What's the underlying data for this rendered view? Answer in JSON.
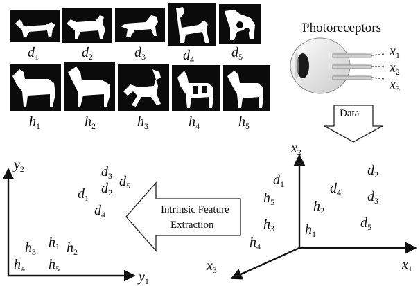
{
  "image_labels": {
    "dogs": [
      "d1",
      "d2",
      "d3",
      "d4",
      "d5"
    ],
    "horses": [
      "h1",
      "h2",
      "h3",
      "h4",
      "h5"
    ]
  },
  "photoreceptors": {
    "title": "Photoreceptors",
    "channels": [
      "x1",
      "x2",
      "x3"
    ]
  },
  "data_arrow_label": "Data",
  "extraction_arrow_label": [
    "Intrinsic Feature",
    "Extraction"
  ],
  "input_space": {
    "axes": [
      "x1",
      "x2",
      "x3"
    ],
    "points": [
      "d1",
      "d2",
      "d3",
      "d4",
      "d5",
      "h1",
      "h2",
      "h3",
      "h4",
      "h5"
    ]
  },
  "feature_space": {
    "axes": [
      "y1",
      "y2"
    ],
    "points": [
      "d1",
      "d2",
      "d3",
      "d4",
      "d5",
      "h1",
      "h2",
      "h3",
      "h4",
      "h5"
    ]
  },
  "colors": {
    "tile_background": "#0b0b0b",
    "silhouette": "#ffffff",
    "ink": "#111111",
    "eye_iris": "#1a1a1a"
  }
}
